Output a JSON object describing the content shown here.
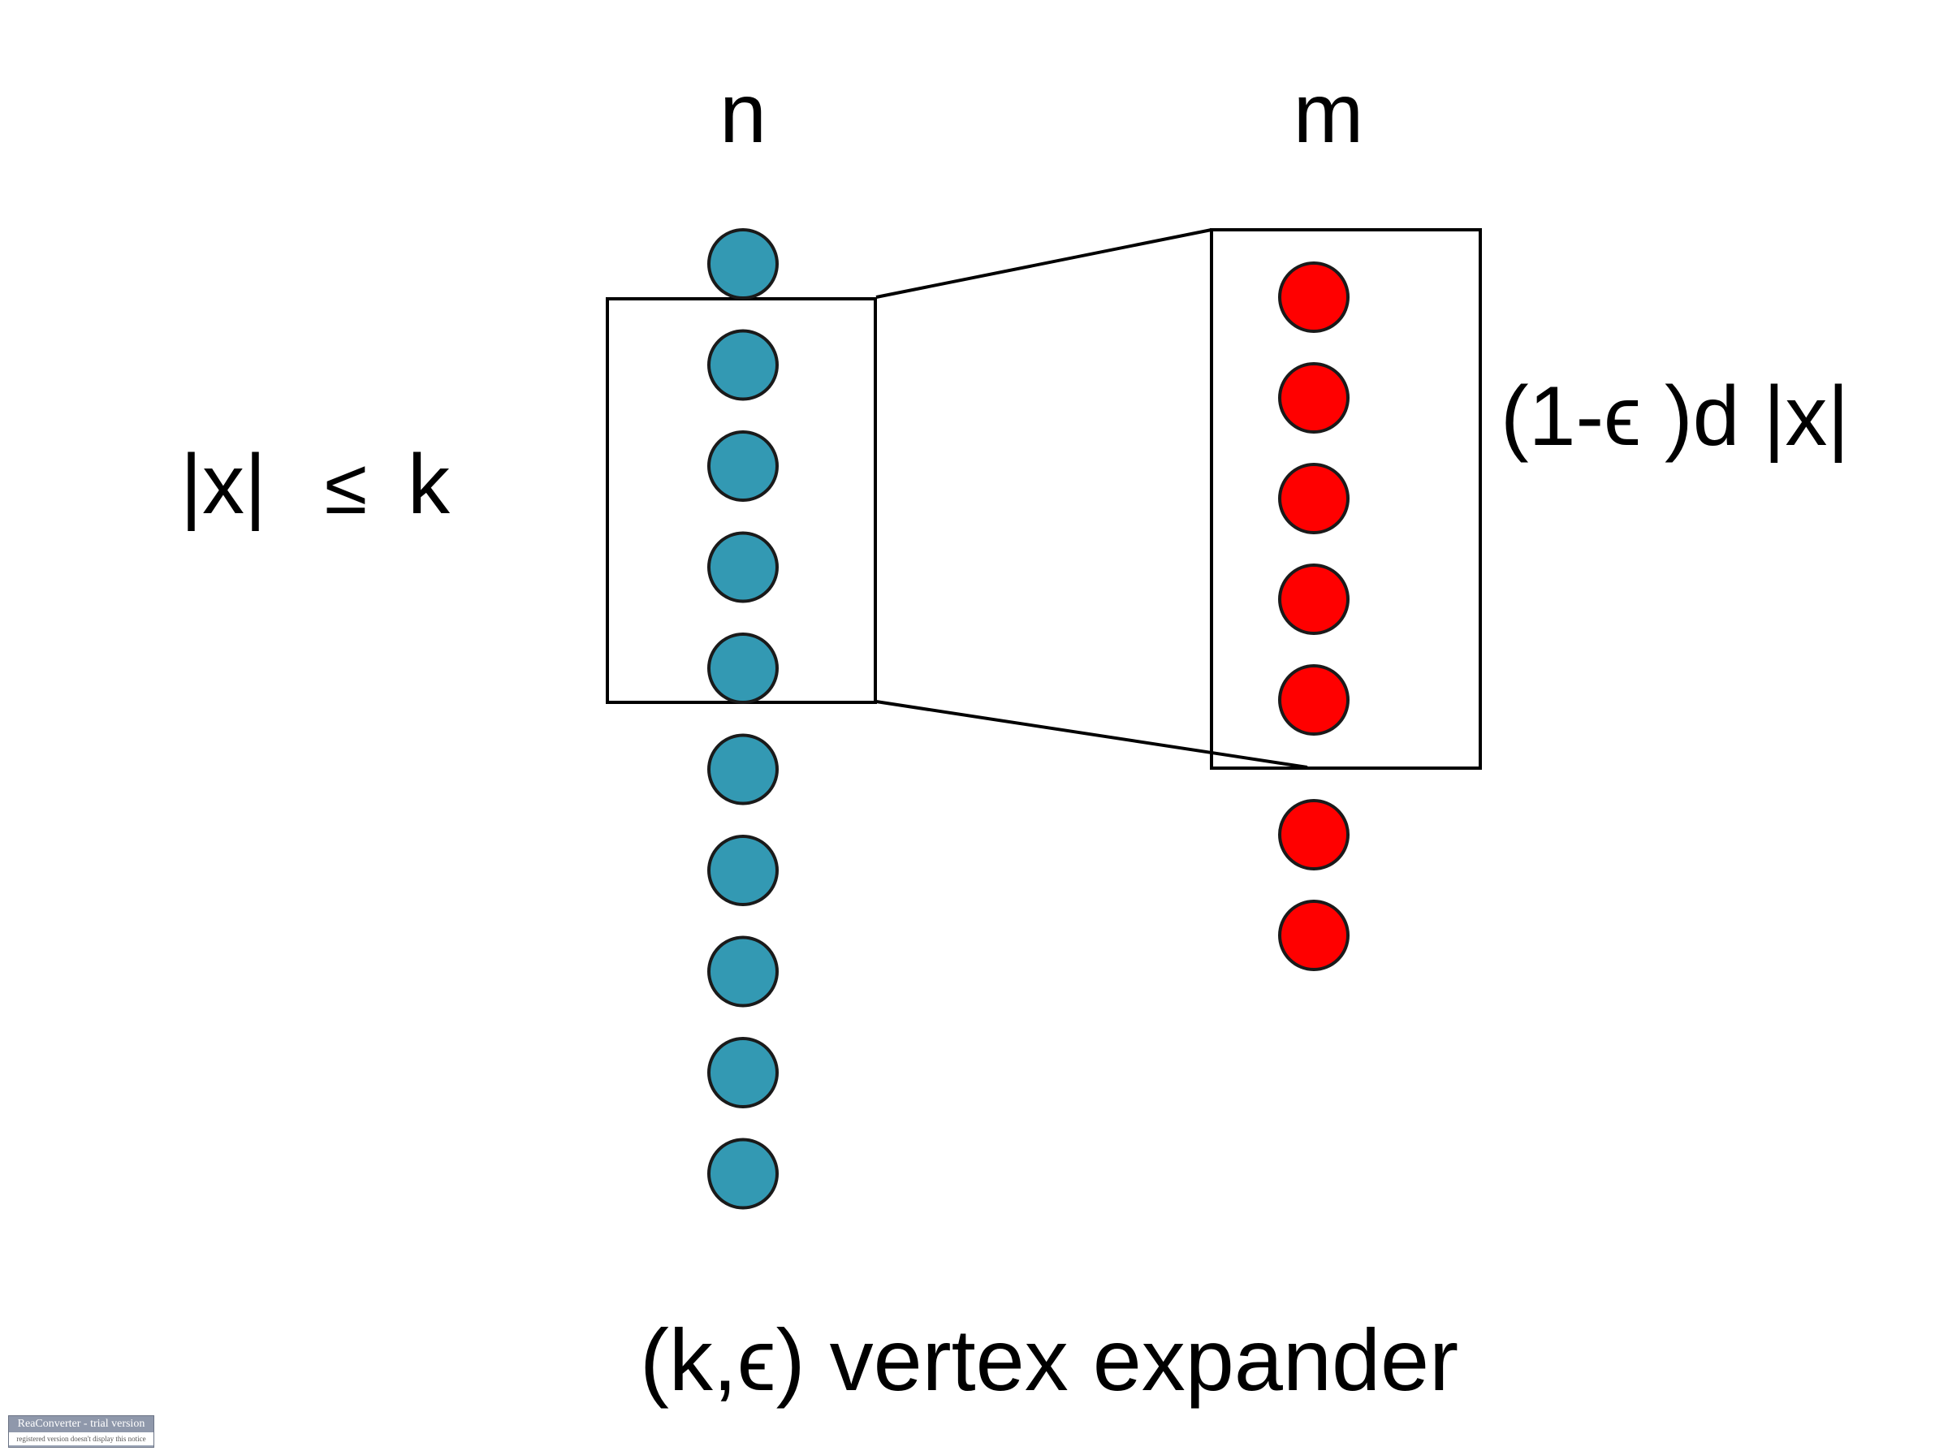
{
  "labels": {
    "left_column": "n",
    "right_column": "m",
    "left_set": "|x|",
    "left_set_relation": "≤",
    "left_set_bound": "k",
    "right_set": "(1-ϵ )d |x|",
    "caption": "(k,ϵ) vertex expander"
  },
  "left_nodes": {
    "count": 10,
    "fill": "#3399b3",
    "selected_range": [
      1,
      4
    ]
  },
  "right_nodes": {
    "count": 7,
    "fill": "#ff0000",
    "selected_range": [
      0,
      4
    ]
  },
  "watermark": {
    "line1": "ReaConverter - trial version",
    "line2": "registered version doesn't display this notice"
  }
}
